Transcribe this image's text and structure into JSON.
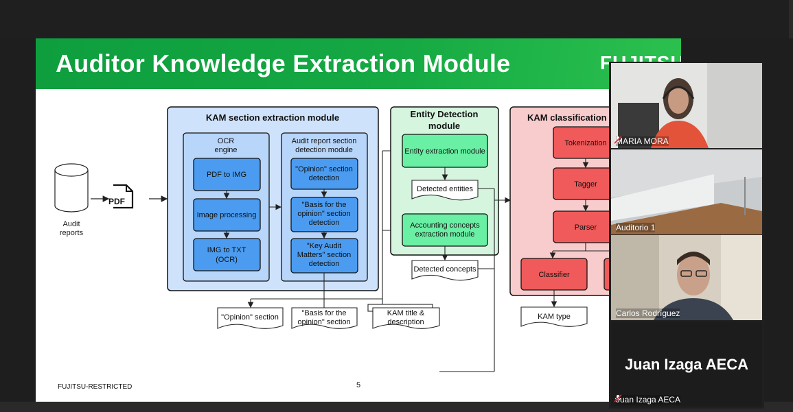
{
  "slide": {
    "title": "Auditor Knowledge Extraction Module",
    "logo": "FUJITSU",
    "footer": "FUJITSU-RESTRICTED",
    "page": "5"
  },
  "diagram": {
    "input": {
      "label_line1": "Audit",
      "label_line2": "reports",
      "pdf_label": "PDF"
    },
    "kam_module": {
      "title": "KAM section extraction module",
      "ocr": {
        "title_line1": "OCR",
        "title_line2": "engine",
        "steps": [
          "PDF to IMG",
          "Image processing"
        ],
        "last_line1": "IMG to TXT",
        "last_line2": "(OCR)"
      },
      "audit": {
        "title_line1": "Audit report section",
        "title_line2": "detection module",
        "step1_line1": "\"Opinion\" section",
        "step1_line2": "detection",
        "step2_line1": "\"Basis for the",
        "step2_line2": "opinion\" section",
        "step2_line3": "detection",
        "step3_line1": "\"Key Audit",
        "step3_line2": "Matters\" section",
        "step3_line3": "detection"
      }
    },
    "entity_module": {
      "title_line1": "Entity Detection",
      "title_line2": "module",
      "entity_extraction": "Entity extraction module",
      "detected_entities": "Detected entities",
      "accounting_line1": "Accounting concepts",
      "accounting_line2": "extraction module",
      "detected_concepts": "Detected concepts"
    },
    "classification_module": {
      "title": "KAM classification",
      "steps": [
        "Tokenization",
        "Tagger",
        "Parser"
      ],
      "classifier": "Classifier"
    },
    "outputs": {
      "opinion": "\"Opinion\" section",
      "basis_line1": "\"Basis for the",
      "basis_line2": "opinion\" section",
      "kam_line1": "KAM title &",
      "kam_line2": "description",
      "kam_type": "KAM type"
    }
  },
  "participants": [
    {
      "name": "MARIA MORA",
      "muted": true
    },
    {
      "name": "Auditorio 1",
      "muted": false
    },
    {
      "name": "Carlos Rodríguez",
      "muted": false,
      "active_speaker": true
    },
    {
      "name": "Juan Izaga AECA",
      "muted": true
    }
  ],
  "colors": {
    "banner_green": "#15a843",
    "kam_fill": "#cfe2fb",
    "kam_inner": "#b8d5fa",
    "kam_box": "#4b9cf0",
    "entity_fill": "#d6f5df",
    "entity_box": "#6af0a4",
    "class_fill": "#f8cccc",
    "class_box": "#f05a5a",
    "speaker_border": "#7fcf3f"
  }
}
